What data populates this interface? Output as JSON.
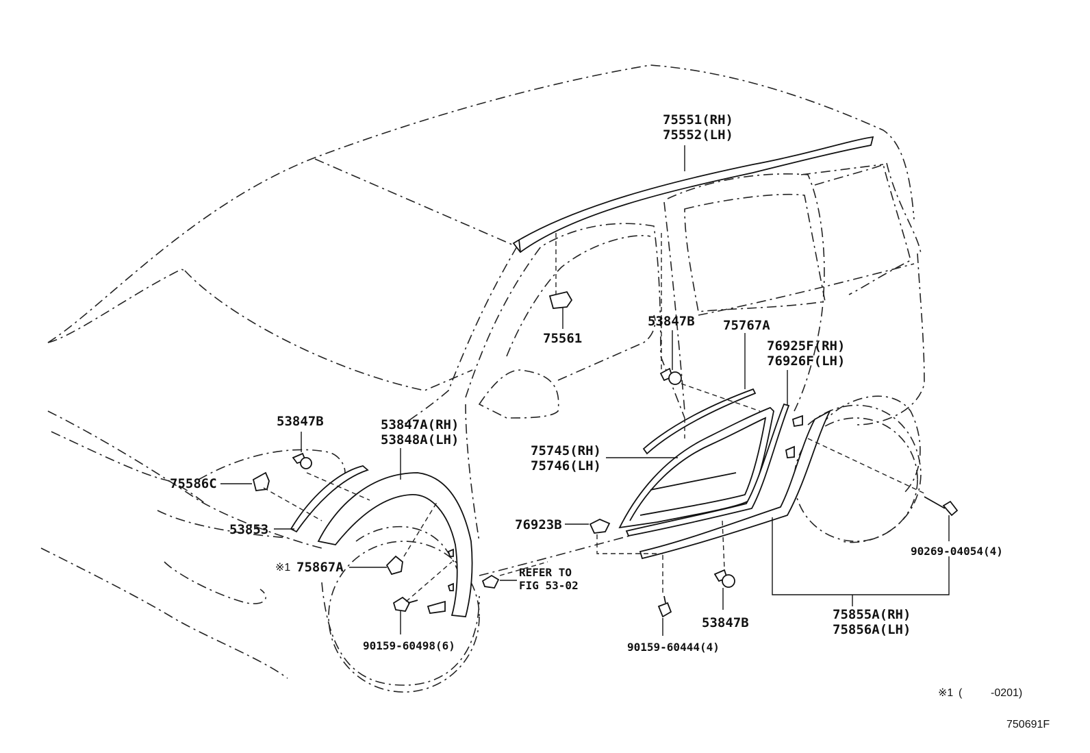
{
  "labels": {
    "p75551": "75551(RH)",
    "p75552": "75552(LH)",
    "p75561": "75561",
    "p53847b_center": "53847B",
    "p75767a": "75767A",
    "p76925f": "76925F(RH)",
    "p76926f": "76926F(LH)",
    "p53847b_front": "53847B",
    "p53847a": "53847A(RH)",
    "p53848a": "53848A(LH)",
    "p75745": "75745(RH)",
    "p75746": "75746(LH)",
    "p75586c": "75586C",
    "p53853": "53853",
    "p76923b": "76923B",
    "mark1": "※1",
    "p75867a": "75867A",
    "refer1": "REFER TO",
    "refer2": "FIG 53-02",
    "p90269": "90269-04054(4)",
    "p90159_498": "90159-60498(6)",
    "p90159_444": "90159-60444(4)",
    "p53847b_bottom": "53847B",
    "p75855a": "75855A(RH)",
    "p75856a": "75856A(LH)"
  },
  "footnote": {
    "mark": "※1",
    "open": "(",
    "range": "-0201)"
  },
  "figure_id": "750691F"
}
